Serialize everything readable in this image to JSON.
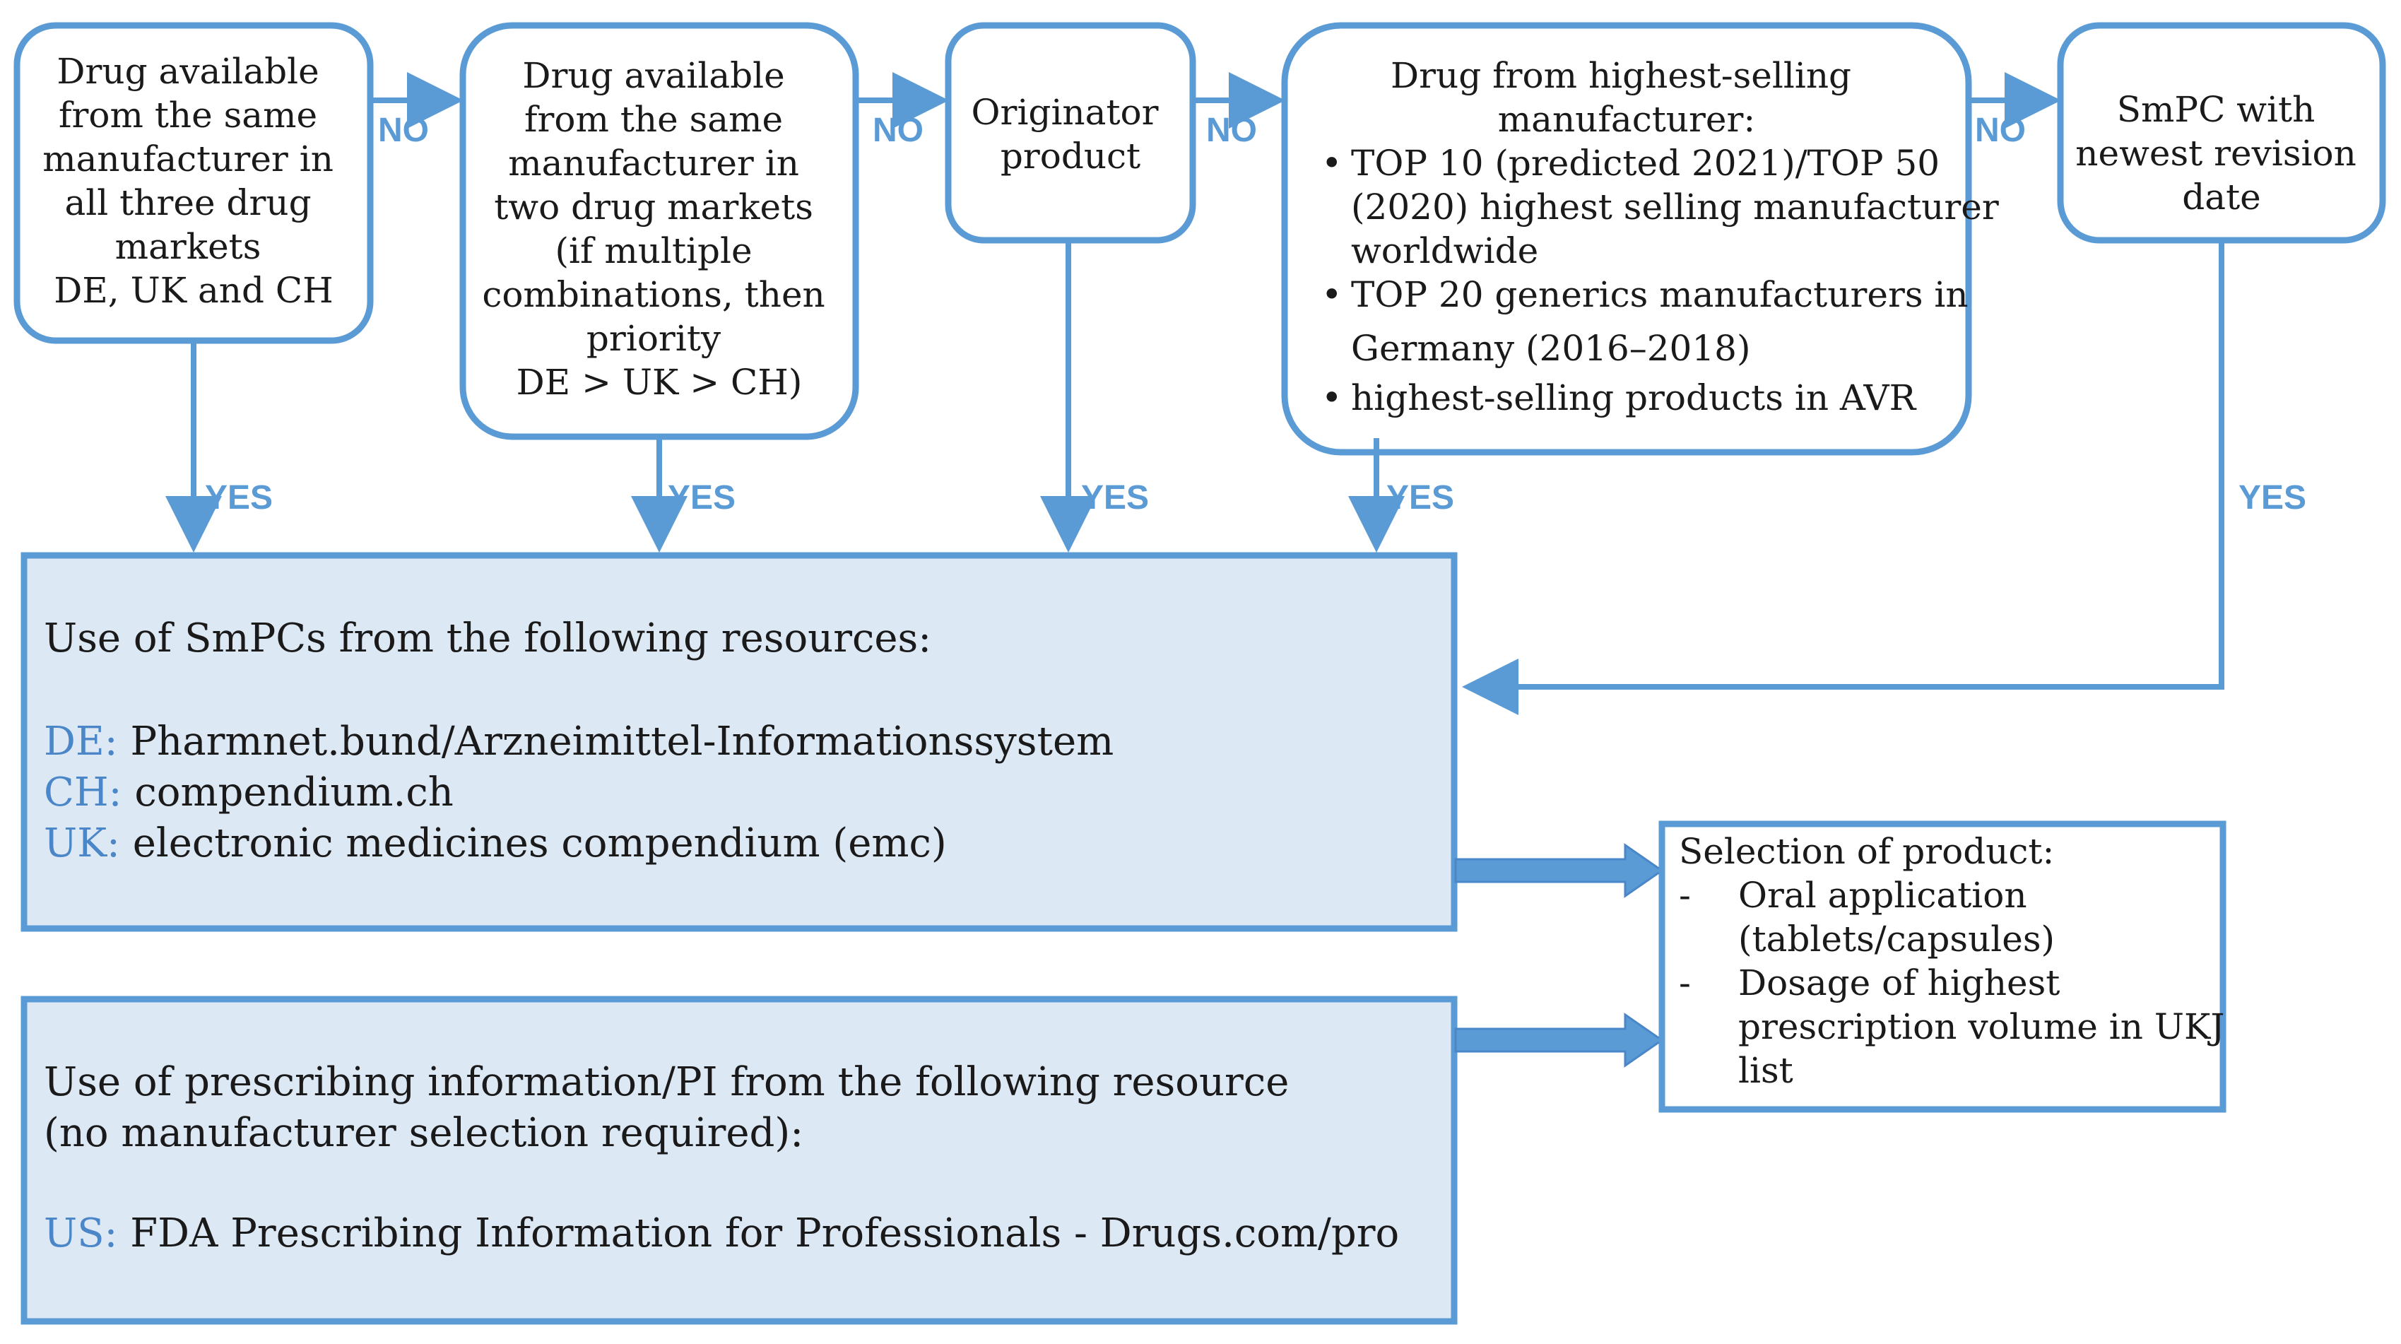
{
  "colors": {
    "accent": "#5b9bd5",
    "fill": "#dde8f5",
    "text": "#1a1a1a"
  },
  "decisions": [
    {
      "lines": [
        "Drug available",
        "from the same",
        "manufacturer in",
        "all three drug",
        "markets",
        "DE, UK and CH"
      ]
    },
    {
      "lines": [
        "Drug available",
        "from the same",
        "manufacturer in",
        "two drug markets",
        "(if multiple",
        "combinations, then",
        "priority",
        "DE > UK > CH)"
      ]
    },
    {
      "lines": [
        "Originator",
        "product"
      ]
    },
    {
      "title_lines": [
        "Drug from highest-selling",
        "manufacturer:"
      ],
      "bullets": [
        [
          "TOP 10 (predicted 2021)/TOP 50",
          "(2020) highest selling manufacturer",
          "worldwide"
        ],
        [
          "TOP 20 generics manufacturers in",
          "Germany (2016–2018)"
        ],
        [
          "highest-selling products in AVR"
        ]
      ]
    },
    {
      "lines": [
        "SmPC with",
        "newest revision",
        "date"
      ]
    }
  ],
  "edge_labels": {
    "no": "NO",
    "yes": "YES"
  },
  "smpc_box": {
    "heading": "Use of SmPCs from the following resources:",
    "sources": [
      {
        "code": "DE:",
        "text": "Pharmnet.bund/Arzneimittel-Informationssystem"
      },
      {
        "code": "CH:",
        "text": "compendium.ch"
      },
      {
        "code": "UK:",
        "text": "electronic medicines compendium (emc)"
      }
    ]
  },
  "pi_box": {
    "heading_lines": [
      "Use of prescribing information/PI from the following resource",
      "(no manufacturer selection required):"
    ],
    "source": {
      "code": "US:",
      "text": "FDA Prescribing Information for Professionals -  Drugs.com/pro"
    }
  },
  "selection_box": {
    "title": "Selection of product:",
    "items": [
      {
        "dash": "-",
        "lines": [
          "Oral application",
          "(tablets/capsules)"
        ]
      },
      {
        "dash": "-",
        "lines": [
          "Dosage of highest",
          "prescription volume in UKJ",
          "list"
        ]
      }
    ]
  }
}
